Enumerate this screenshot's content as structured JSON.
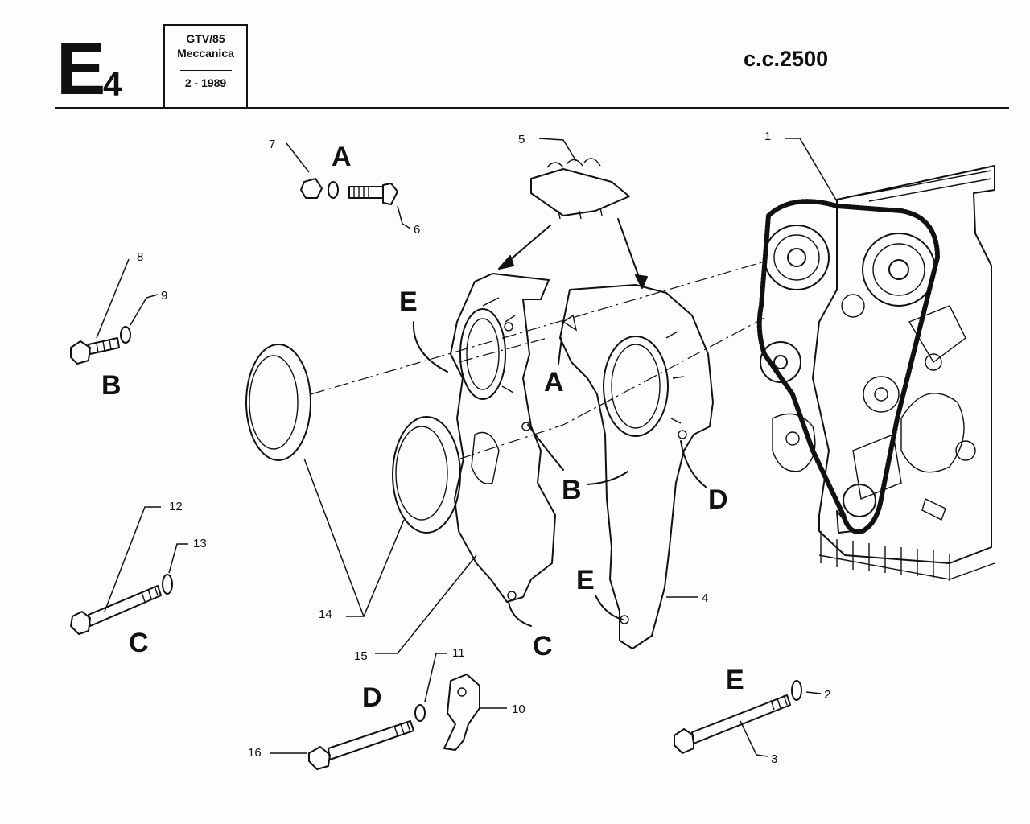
{
  "header": {
    "section_letter": "E",
    "section_number": "4",
    "model": "GTV/85",
    "group": "Meccanica",
    "date": "2 - 1989",
    "displacement": "c.c.2500"
  },
  "callouts": [
    "1",
    "2",
    "3",
    "4",
    "5",
    "6",
    "7",
    "8",
    "9",
    "10",
    "11",
    "12",
    "13",
    "14",
    "15",
    "16"
  ],
  "letter_labels": {
    "A": "A",
    "B": "B",
    "C": "C",
    "D": "D",
    "E": "E"
  }
}
